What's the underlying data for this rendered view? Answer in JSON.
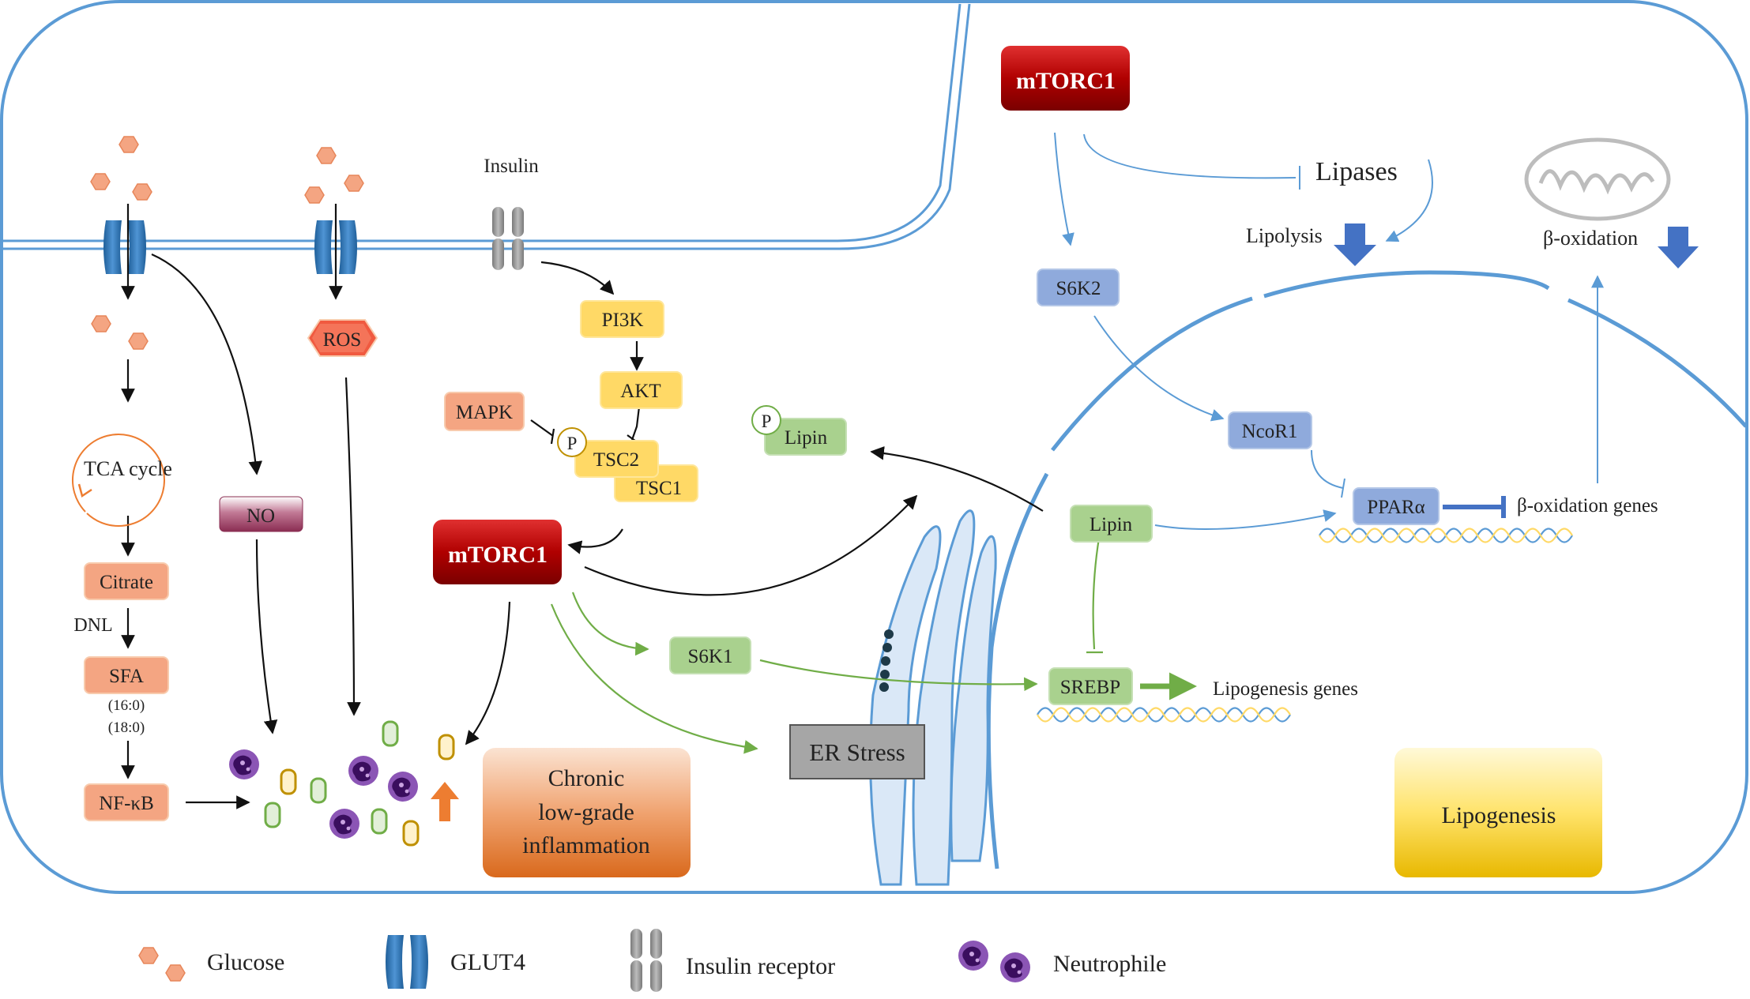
{
  "labels": {
    "insulin": "Insulin",
    "pi3k": "PI3K",
    "akt": "AKT",
    "mapk": "MAPK",
    "tsc2": "TSC2",
    "tsc1": "TSC1",
    "p": "P",
    "mtorc1": "mTORC1",
    "ros": "ROS",
    "no": "NO",
    "tca_cycle": "TCA cycle",
    "citrate": "Citrate",
    "dnl": "DNL",
    "sfa": "SFA",
    "sfa_16": "(16:0)",
    "sfa_18": "(18:0)",
    "nfkb": "NF-κB",
    "inflammation_1": "Chronic",
    "inflammation_2": "low-grade",
    "inflammation_3": "inflammation",
    "s6k1": "S6K1",
    "er_stress": "ER Stress",
    "lipin": "Lipin",
    "s6k2": "S6K2",
    "ncor1": "NcoR1",
    "ppara": "PPARα",
    "beta_ox_genes": "β-oxidation genes",
    "srebp": "SREBP",
    "lipogenesis_genes": "Lipogenesis genes",
    "lipogenesis": "Lipogenesis",
    "lipases": "Lipases",
    "lipolysis": "Lipolysis",
    "beta_oxidation": "β-oxidation"
  },
  "legend": {
    "glucose": "Glucose",
    "glut4": "GLUT4",
    "insulin_receptor": "Insulin receptor",
    "neutrophile": "Neutrophile"
  },
  "colors": {
    "membrane": "#5b9bd5",
    "salmon": "#f4a582",
    "yellow": "#ffd966",
    "green": "#a9d18e",
    "blue_box": "#8faadc",
    "red": "#c00000",
    "orange_arrow": "#ed7d31",
    "blue_arrow": "#4472c4",
    "green_line": "#70ad47",
    "purple": "#6a2c91"
  }
}
